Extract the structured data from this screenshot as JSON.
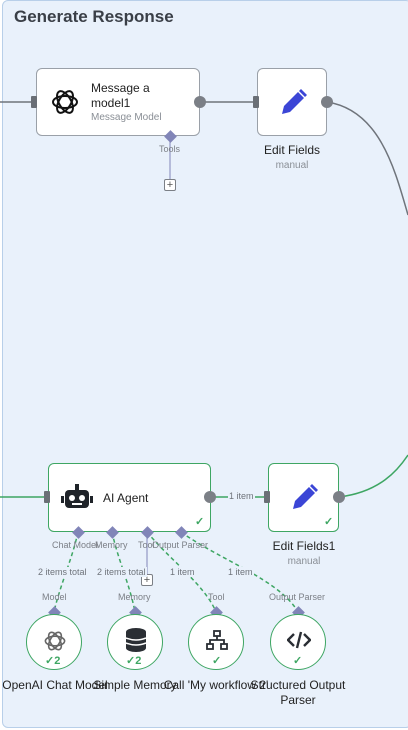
{
  "group": {
    "title": "Generate Response"
  },
  "nodes": {
    "message_model": {
      "title": "Message a model1",
      "subtitle": "Message Model",
      "port_tools": "Tools"
    },
    "edit_fields": {
      "title": "Edit Fields",
      "subtitle": "manual"
    },
    "ai_agent": {
      "title": "AI Agent",
      "ports": [
        "Chat Model",
        "Memory",
        "Tool",
        "Output Parser"
      ]
    },
    "edit_fields1": {
      "title": "Edit Fields1",
      "subtitle": "manual"
    },
    "sub_nodes": [
      {
        "title": "OpenAI Chat Model",
        "port": "Model",
        "icon": "openai-icon",
        "status": "2"
      },
      {
        "title": "Simple Memory",
        "port": "Memory",
        "icon": "database-icon",
        "status": "2"
      },
      {
        "title": "Call 'My workflow 2'",
        "port": "Tool",
        "icon": "sitemap-icon",
        "status": ""
      },
      {
        "title": "Structured Output Parser",
        "port": "Output Parser",
        "icon": "code-icon",
        "status": ""
      }
    ]
  },
  "edges": {
    "agent_to_edit": "1 item",
    "model_link": "2 items total",
    "memory_link": "2 items total",
    "tool_link": "1 item",
    "parser_link": "1 item"
  },
  "colors": {
    "success": "#3ea663",
    "node_border": "#9aa0a8",
    "port": "#8185b8",
    "pencil": "#3b45d6",
    "group_bg": "#e9f1fb"
  }
}
